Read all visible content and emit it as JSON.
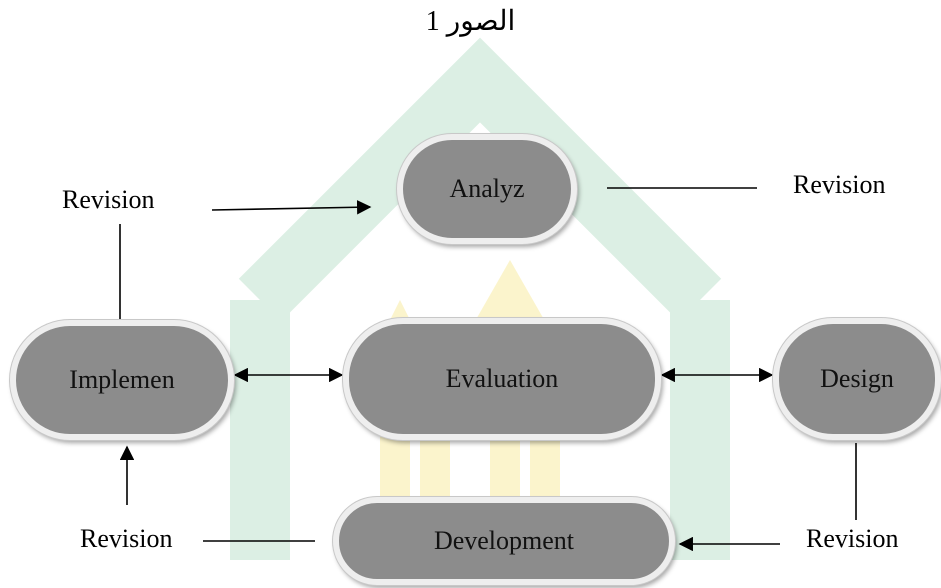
{
  "title": "الصور 1",
  "nodes": {
    "analyz": "Analyz",
    "implemen": "Implemen",
    "evaluation": "Evaluation",
    "design": "Design",
    "development": "Development"
  },
  "revision_labels": {
    "top_left": "Revision",
    "top_right": "Revision",
    "bottom_left": "Revision",
    "bottom_right": "Revision"
  },
  "colors": {
    "node_fill": "#8c8c8c",
    "node_border": "#eeeeee",
    "watermark_green": "#dcefe4",
    "watermark_yellow": "#fbf4cc"
  }
}
